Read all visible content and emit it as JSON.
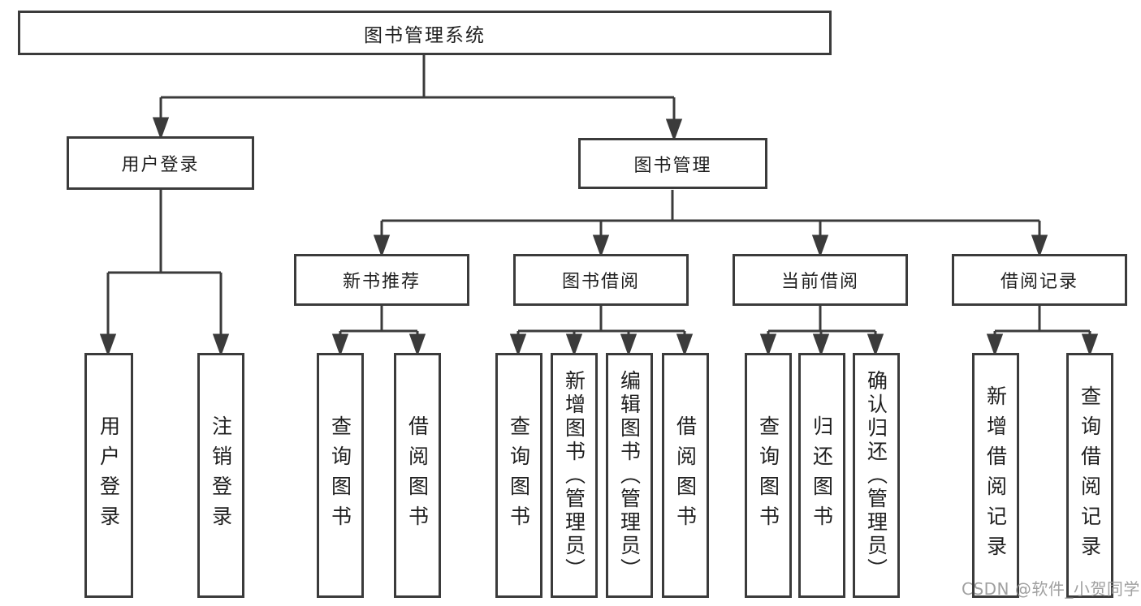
{
  "diagram": {
    "root": {
      "label": "图书管理系统"
    },
    "login": {
      "label": "用户登录",
      "children": [
        {
          "label": "用户登录"
        },
        {
          "label": "注销登录"
        }
      ]
    },
    "book_mgmt": {
      "label": "图书管理",
      "sections": [
        {
          "label": "新书推荐",
          "children": [
            {
              "label": "查询图书"
            },
            {
              "label": "借阅图书"
            }
          ]
        },
        {
          "label": "图书借阅",
          "children": [
            {
              "label": "查询图书"
            },
            {
              "label": "新增图书（管理员）"
            },
            {
              "label": "编辑图书（管理员）"
            },
            {
              "label": "借阅图书"
            }
          ]
        },
        {
          "label": "当前借阅",
          "children": [
            {
              "label": "查询图书"
            },
            {
              "label": "归还图书"
            },
            {
              "label": "确认归还（管理员）"
            }
          ]
        },
        {
          "label": "借阅记录",
          "children": [
            {
              "label": "新增借阅记录"
            },
            {
              "label": "查询借阅记录"
            }
          ]
        }
      ]
    }
  },
  "watermark": {
    "text": "CSDN @软件_小贺同学"
  },
  "colors": {
    "line": "#3b3b3b",
    "watermark": "#969696"
  }
}
